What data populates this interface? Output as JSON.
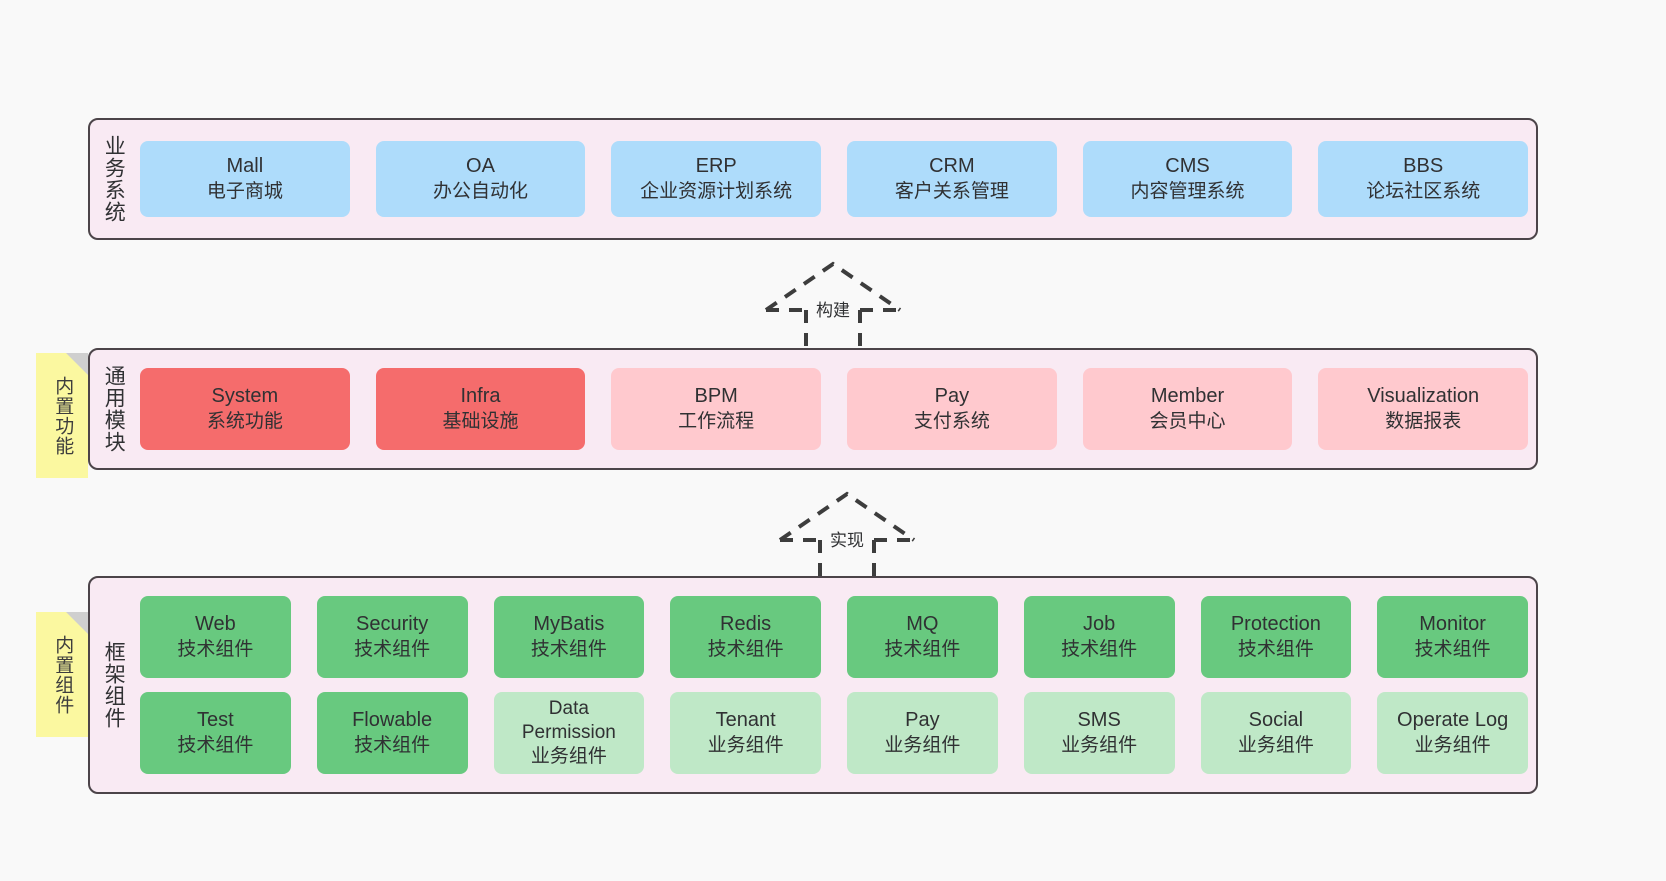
{
  "diagram": {
    "type": "layered-architecture",
    "background": "#f9f9f9",
    "layer_background": "#f9eaf3",
    "layer_border": "#4c4449"
  },
  "layers": [
    {
      "id": "business",
      "title": "业务系统",
      "accent": "#aedcfb",
      "rows": [
        {
          "cells": [
            {
              "en": "Mall",
              "cn": "电子商城",
              "color": "#aedcfb"
            },
            {
              "en": "OA",
              "cn": "办公自动化",
              "color": "#aedcfb"
            },
            {
              "en": "ERP",
              "cn": "企业资源计划系统",
              "color": "#aedcfb"
            },
            {
              "en": "CRM",
              "cn": "客户关系管理",
              "color": "#aedcfb"
            },
            {
              "en": "CMS",
              "cn": "内容管理系统",
              "color": "#aedcfb"
            },
            {
              "en": "BBS",
              "cn": "论坛社区系统",
              "color": "#aedcfb"
            }
          ]
        }
      ]
    },
    {
      "id": "modules",
      "title": "通用模块",
      "accent": "#f56c6c",
      "rows": [
        {
          "cells": [
            {
              "en": "System",
              "cn": "系统功能",
              "color": "#f56c6c"
            },
            {
              "en": "Infra",
              "cn": "基础设施",
              "color": "#f56c6c"
            },
            {
              "en": "BPM",
              "cn": "工作流程",
              "color": "#ffc9ce"
            },
            {
              "en": "Pay",
              "cn": "支付系统",
              "color": "#ffc9ce"
            },
            {
              "en": "Member",
              "cn": "会员中心",
              "color": "#ffc9ce"
            },
            {
              "en": "Visualization",
              "cn": "数据报表",
              "color": "#ffc9ce"
            }
          ]
        }
      ]
    },
    {
      "id": "framework",
      "title": "框架组件",
      "accent": "#68c97f",
      "rows": [
        {
          "cells": [
            {
              "en": "Web",
              "cn": "技术组件",
              "color": "#68c97f"
            },
            {
              "en": "Security",
              "cn": "技术组件",
              "color": "#68c97f"
            },
            {
              "en": "MyBatis",
              "cn": "技术组件",
              "color": "#68c97f"
            },
            {
              "en": "Redis",
              "cn": "技术组件",
              "color": "#68c97f"
            },
            {
              "en": "MQ",
              "cn": "技术组件",
              "color": "#68c97f"
            },
            {
              "en": "Job",
              "cn": "技术组件",
              "color": "#68c97f"
            },
            {
              "en": "Protection",
              "cn": "技术组件",
              "color": "#68c97f"
            },
            {
              "en": "Monitor",
              "cn": "技术组件",
              "color": "#68c97f"
            }
          ]
        },
        {
          "cells": [
            {
              "en": "Test",
              "cn": "技术组件",
              "color": "#68c97f"
            },
            {
              "en": "Flowable",
              "cn": "技术组件",
              "color": "#68c97f"
            },
            {
              "en": "Data Permission",
              "cn": "业务组件",
              "color": "#bfe8c7"
            },
            {
              "en": "Tenant",
              "cn": "业务组件",
              "color": "#bfe8c7"
            },
            {
              "en": "Pay",
              "cn": "业务组件",
              "color": "#bfe8c7"
            },
            {
              "en": "SMS",
              "cn": "业务组件",
              "color": "#bfe8c7"
            },
            {
              "en": "Social",
              "cn": "业务组件",
              "color": "#bfe8c7"
            },
            {
              "en": "Operate Log",
              "cn": "业务组件",
              "color": "#bfe8c7"
            }
          ]
        }
      ]
    }
  ],
  "sticky_notes": [
    {
      "id": "modules",
      "text": "内置功能",
      "color": "#fbf8a0"
    },
    {
      "id": "framework",
      "text": "内置组件",
      "color": "#fbf8a0"
    }
  ],
  "connectors": [
    {
      "id": "build",
      "label": "构建",
      "style": "dashed-generalization",
      "direction": "up"
    },
    {
      "id": "impl",
      "label": "实现",
      "style": "dashed-generalization",
      "direction": "up"
    }
  ]
}
